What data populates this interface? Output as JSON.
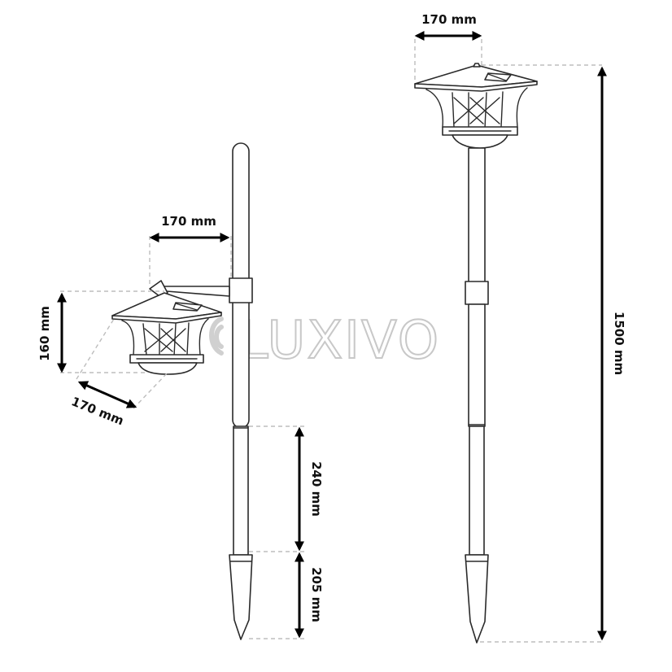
{
  "watermark": {
    "text": "LUXIVO",
    "color": "#c8c8c8"
  },
  "dimensions": {
    "wall_lamp_top_width": "170 mm",
    "wall_lamp_height": "160 mm",
    "wall_lamp_depth": "170 mm",
    "wall_pole_segment": "240 mm",
    "wall_spike": "205 mm",
    "post_lamp_width": "170 mm",
    "post_total_height": "1500 mm"
  },
  "colors": {
    "line": "#2a2a2a",
    "dash": "#bdbdbd",
    "arrow": "#000000"
  }
}
